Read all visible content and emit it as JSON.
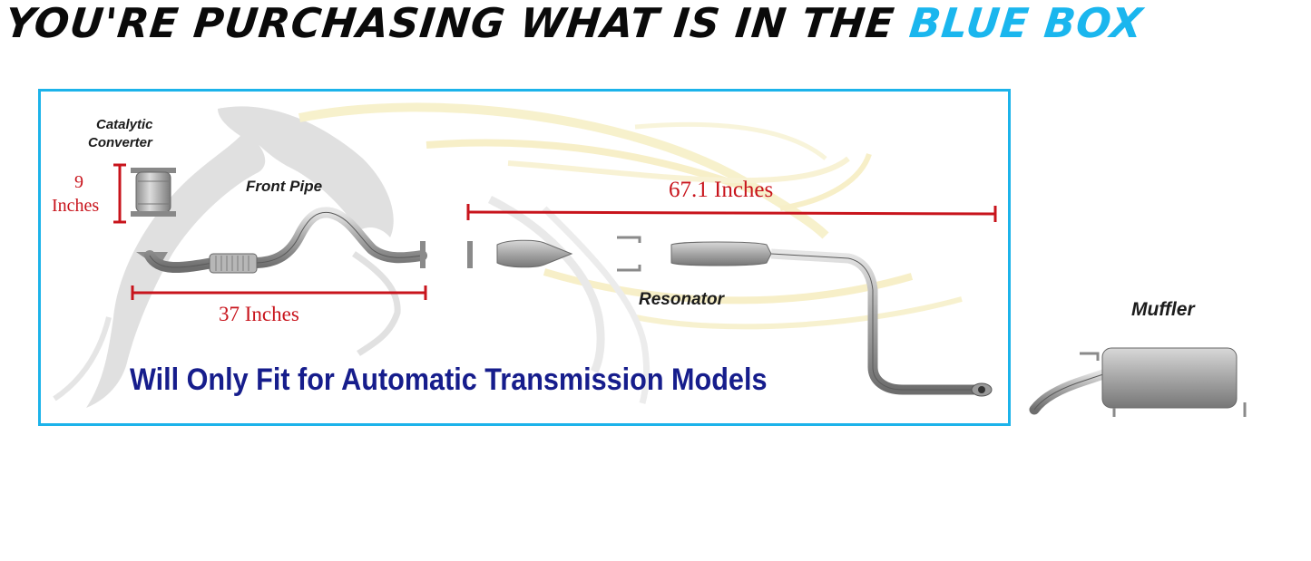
{
  "headline": {
    "black_text": "YOU'RE PURCHASING WHAT IS IN THE",
    "blue_text": "BLUE BOX"
  },
  "colors": {
    "accent_blue": "#1ab6ee",
    "measure_red": "#c8141c",
    "warning_navy": "#161d8c"
  },
  "parts": {
    "catalytic_converter_line1": "Catalytic",
    "catalytic_converter_line2": "Converter",
    "front_pipe": "Front Pipe",
    "resonator": "Resonator",
    "muffler": "Muffler"
  },
  "measurements": {
    "cat_value": "9",
    "cat_unit": "Inches",
    "front_pipe": "37 Inches",
    "resonator": "67.1 Inches"
  },
  "notice": "Will Only Fit for Automatic Transmission Models",
  "icons": [
    "horse-logo-watermark",
    "catalytic-converter-part",
    "front-pipe-part",
    "resonator-pipe-part",
    "muffler-part"
  ]
}
